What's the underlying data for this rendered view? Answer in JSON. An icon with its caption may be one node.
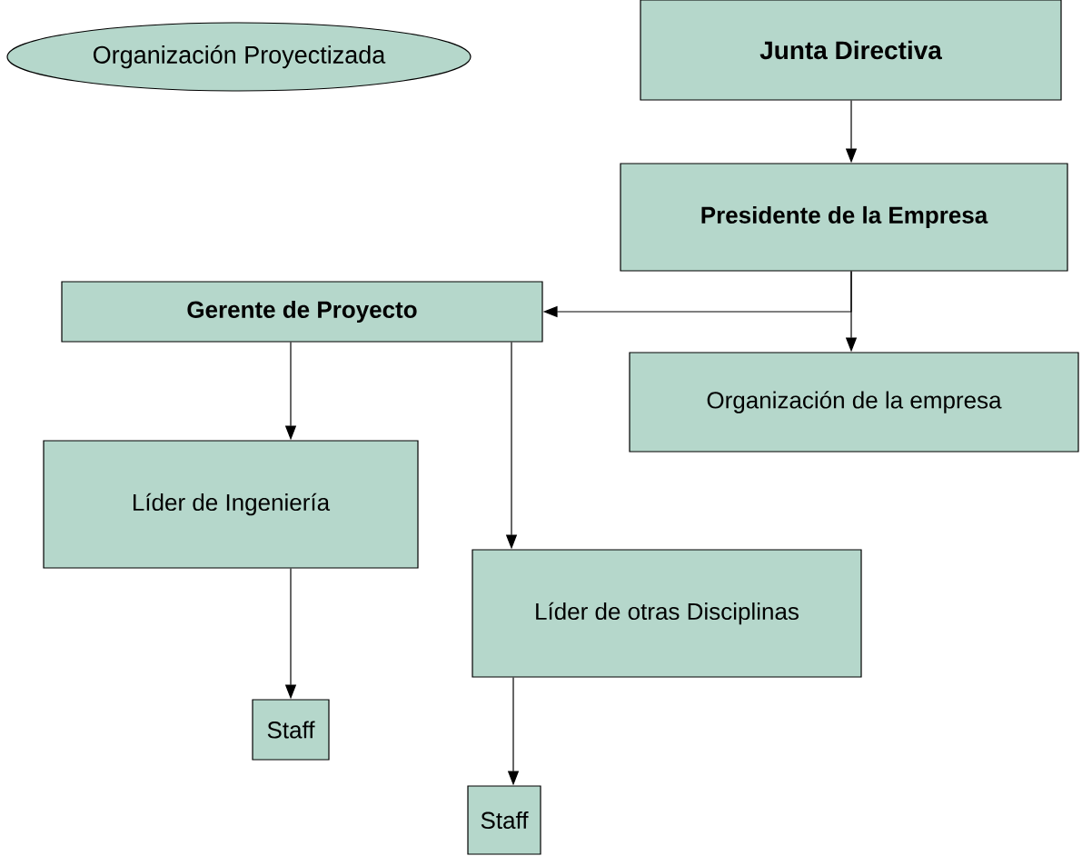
{
  "diagram": {
    "nodes": [
      {
        "text": [
          "Organización Proyectizada"
        ]
      },
      {
        "text": [
          "Junta Directiva"
        ]
      },
      {
        "text": [
          "Presidente de la Empresa"
        ]
      },
      {
        "text": [
          "Gerente de Proyecto"
        ]
      },
      {
        "text": [
          "Organización de la empresa"
        ]
      },
      {
        "text": [
          "Líder de Ingeniería"
        ]
      },
      {
        "text": [
          "Líder de otras Disciplinas"
        ]
      },
      {
        "text": [
          "Staff"
        ]
      },
      {
        "text": [
          "Staff"
        ]
      }
    ],
    "edges": [
      {
        "from": 1,
        "to": 2,
        "arrow": "to"
      },
      {
        "from": 2,
        "to": 3,
        "arrow": "to"
      },
      {
        "from": 2,
        "to": 4,
        "arrow": "to"
      },
      {
        "from": 3,
        "to": 5,
        "arrow": "to"
      },
      {
        "from": 3,
        "to": 6,
        "arrow": "to"
      },
      {
        "from": 5,
        "to": 7,
        "arrow": "to"
      },
      {
        "from": 6,
        "to": 8,
        "arrow": "to"
      }
    ]
  }
}
